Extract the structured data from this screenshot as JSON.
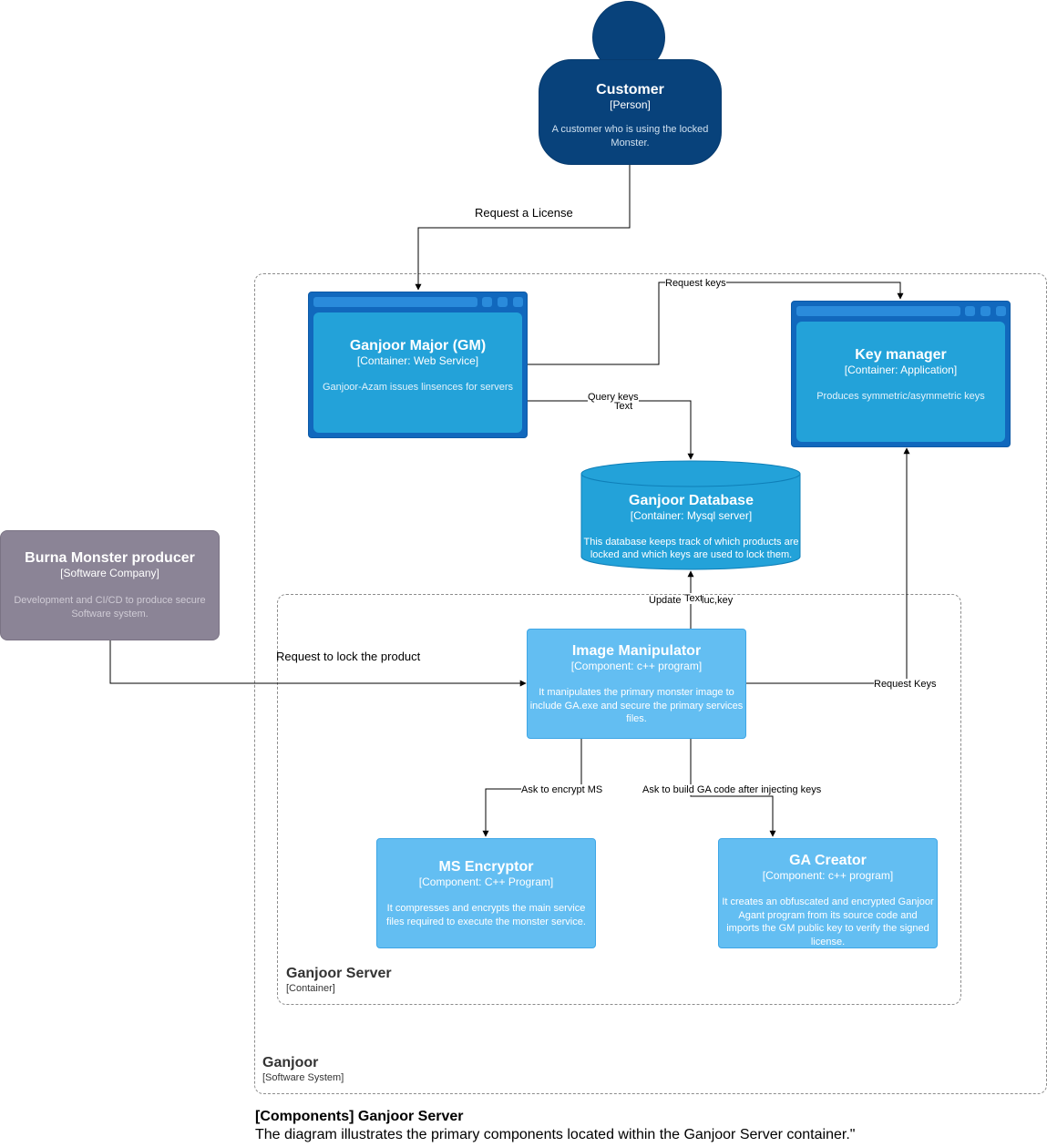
{
  "customer": {
    "name": "Customer",
    "type": "[Person]",
    "description": "A customer who is using the locked Monster."
  },
  "producer": {
    "name": "Burna Monster producer",
    "type": "[Software Company]",
    "description": "Development and CI/CD to produce secure Software system."
  },
  "ganjoor_major": {
    "name": "Ganjoor Major (GM)",
    "type": "[Container: Web Service]",
    "description": "Ganjoor-Azam issues linsences for servers"
  },
  "key_manager": {
    "name": "Key manager",
    "type": "[Container: Application]",
    "description": "Produces symmetric/asymmetric keys"
  },
  "database": {
    "name": "Ganjoor Database",
    "type": "[Container: Mysql server]",
    "description": "This database keeps track of which products are locked and which keys are used to lock them."
  },
  "image_manipulator": {
    "name": "Image Manipulator",
    "type": "[Component: c++ program]",
    "description": "It manipulates the primary monster image to include GA.exe and secure the primary services files."
  },
  "ms_encryptor": {
    "name": "MS Encryptor",
    "type": "[Component: C++ Program]",
    "description": "It compresses and encrypts the main service files required to execute the monster service."
  },
  "ga_creator": {
    "name": "GA Creator",
    "type": "[Component: c++ program]",
    "description": "It creates an obfuscated and encrypted Ganjoor Agant program from its source code and imports the GM public key to verify the signed license."
  },
  "boundaries": {
    "ganjoor_server": {
      "name": "Ganjoor Server",
      "type": "[Container]"
    },
    "ganjoor": {
      "name": "Ganjoor",
      "type": "[Software System]"
    }
  },
  "edges": {
    "request_license": "Request a License",
    "request_keys_top": "Request keys",
    "query_keys": "Query keys",
    "query_keys_text": "Text",
    "update": "Update",
    "update_text": "Text",
    "update_luc_key": "luc,key",
    "request_lock": "Request to lock the product",
    "request_keys_right": "Request Keys",
    "ask_encrypt": "Ask to encrypt MS",
    "ask_build": "Ask to build GA code after injecting keys"
  },
  "caption": {
    "title": "[Components] Ganjoor Server",
    "description": "The diagram illustrates the primary components located within the Ganjoor Server container.\""
  },
  "colors": {
    "person": "#08427b",
    "container": "#1168bd",
    "container_inner": "#23a2d9",
    "component": "#63bef2",
    "external_system": "#8b8496",
    "edge": "#000000",
    "boundary": "#8c8c8c"
  },
  "icons": [
    "person-icon",
    "window-frame-icon",
    "database-cylinder-icon"
  ]
}
